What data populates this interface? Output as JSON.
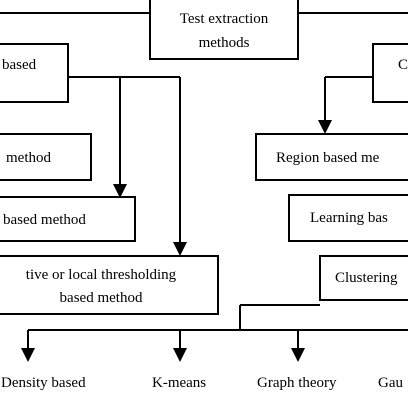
{
  "root": {
    "line1": "Test extraction",
    "line2": "methods"
  },
  "left_branch": {
    "header": "based",
    "method_a": "method",
    "method_b": "based method",
    "method_c_line1": "tive or local thresholding",
    "method_c_line2": "based method"
  },
  "right_branch": {
    "header": "C",
    "method_a": "Region based me",
    "method_b": "Learning bas",
    "method_c": "Clustering"
  },
  "clustering_types": [
    "Density based",
    "K-means",
    "Graph theory",
    "Gau"
  ]
}
